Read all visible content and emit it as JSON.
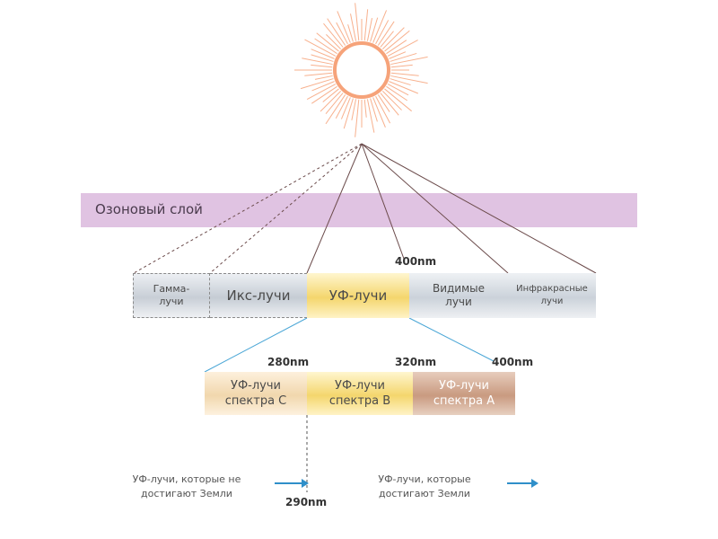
{
  "diagram": {
    "ozone_label": "Озоновый слой",
    "spectrum": {
      "gamma": [
        "Гамма-",
        "лучи"
      ],
      "xray": "Икс-лучи",
      "uv": "УФ-лучи",
      "visible": [
        "Видимые",
        "лучи"
      ],
      "infrared": [
        "Инфракрасные",
        "лучи"
      ],
      "top_nm": "400nm"
    },
    "uv_sub": {
      "c": [
        "УФ-лучи",
        "спектра С"
      ],
      "b": [
        "УФ-лучи",
        "спектра В"
      ],
      "a": [
        "УФ-лучи",
        "спектра А"
      ],
      "nm_280": "280nm",
      "nm_320": "320nm",
      "nm_400": "400nm"
    },
    "bottom": {
      "not_reach": [
        "УФ-лучи, которые не",
        "достигают Земли"
      ],
      "reach": [
        "УФ-лучи, которые",
        "достигают Земли"
      ],
      "nm_290": "290nm"
    },
    "colors": {
      "sun": "#f6a37a",
      "ozone": "#e0c3e2",
      "ray_line": "#6b4b4b",
      "blue_line": "#4aa6d6",
      "arrow": "#2f8fc9"
    },
    "icons": {
      "sun": "sun-icon"
    }
  }
}
